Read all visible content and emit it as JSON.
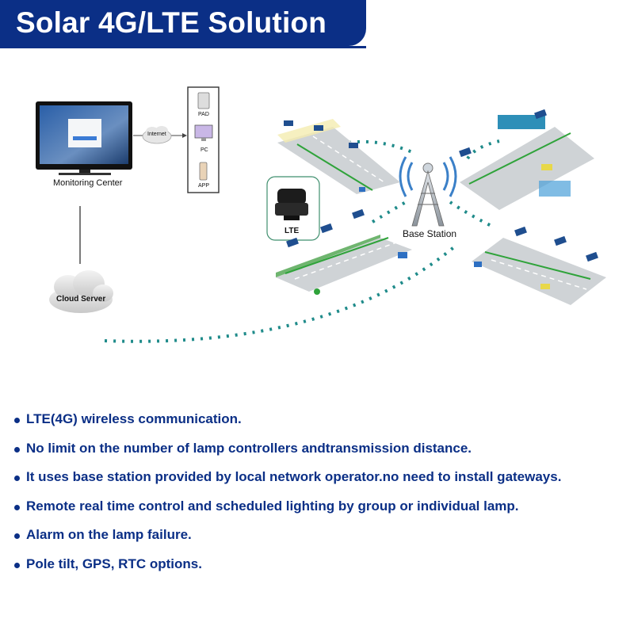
{
  "header": {
    "title": "Solar 4G/LTE Solution"
  },
  "diagram": {
    "monitoring_center": "Monitoring Center",
    "internet": "Internet",
    "devices": [
      "PAD",
      "PC",
      "APP"
    ],
    "cloud_server": "Cloud Server",
    "lte_module": "LTE",
    "base_station": "Base Station"
  },
  "features": [
    "LTE(4G) wireless communication.",
    "No limit on the number of lamp controllers andtransmission distance.",
    "It uses base station provided by local network operator.no need to install gateways.",
    "Remote real time control and scheduled lighting by group or individual lamp.",
    "Alarm on the lamp failure.",
    "Pole tilt, GPS, RTC options."
  ],
  "colors": {
    "brand": "#0b2f86",
    "signal": "#1f8b8a",
    "road": "#cfd3d6",
    "grass": "#2fa33a"
  }
}
